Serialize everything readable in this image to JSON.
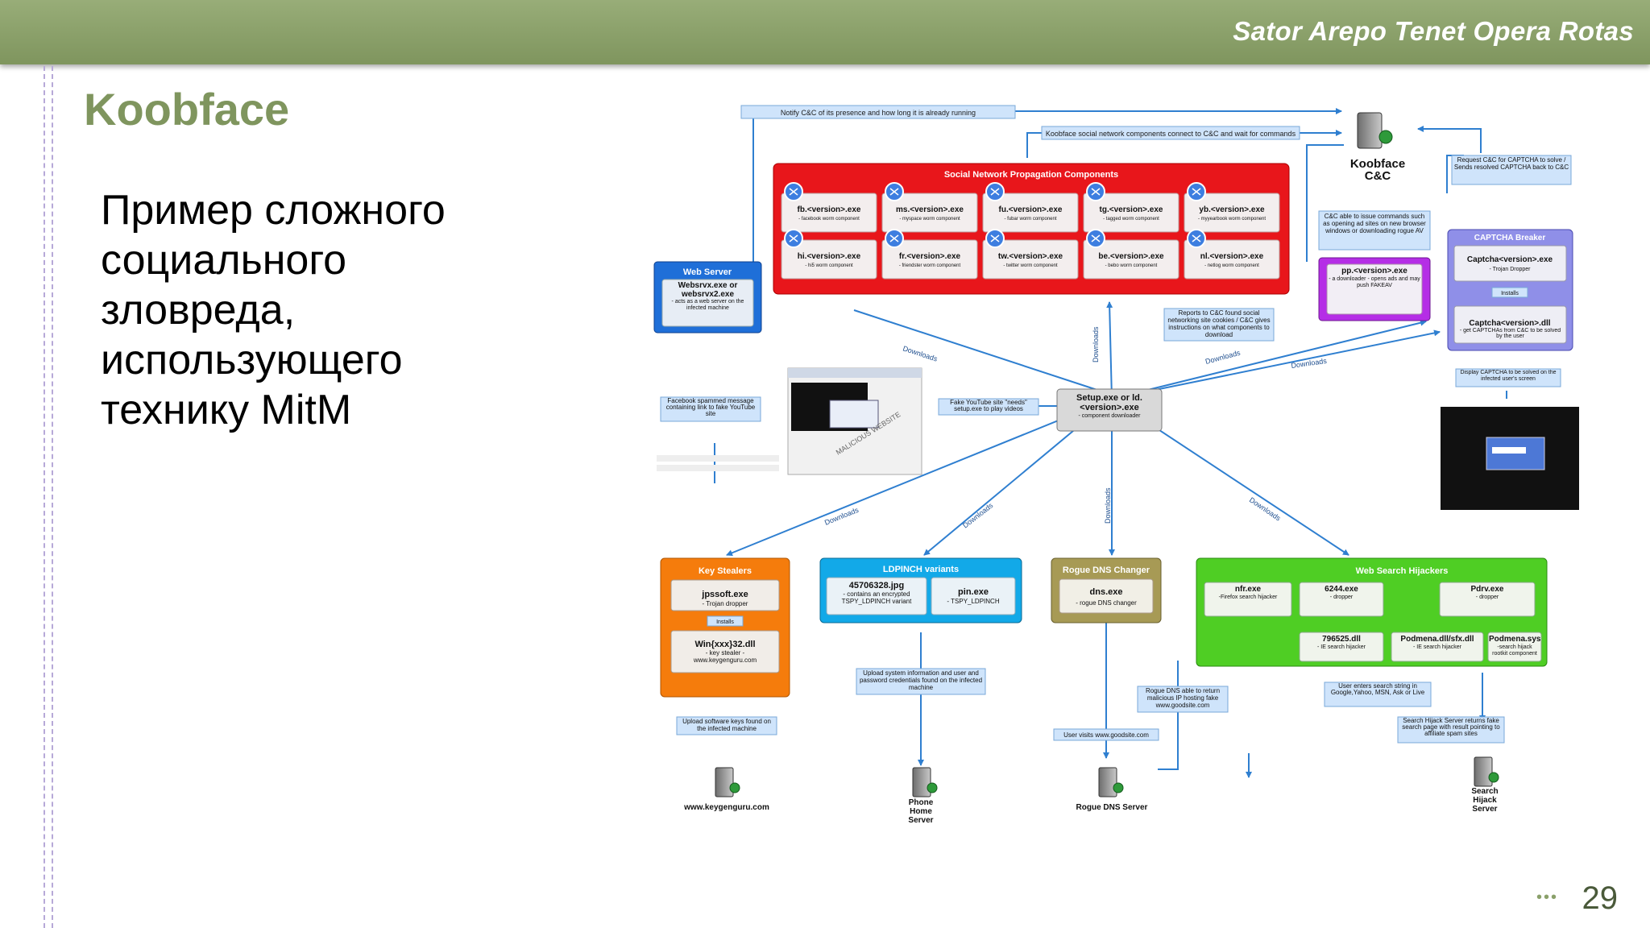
{
  "header": {
    "brand": "Sator Arepo Tenet Opera Rotas"
  },
  "slide": {
    "title": "Koobface",
    "subtitle": "Пример сложного\nсоциального\nзловреда,\nиспользующего\nтехнику MitM",
    "page_number": "29",
    "dots": "•••"
  },
  "diagram": {
    "top_notes": {
      "notify": "Notify C&C of its presence and how long it is already running",
      "connect": "Koobface social network components connect to C&C and wait for commands"
    },
    "cnc": {
      "line1": "Koobface",
      "line2": "C&C"
    },
    "captcha_request": "Request C&C for CAPTCHA to solve / Sends resolved CAPTCHA back to C&C",
    "social": {
      "title": "Social Network Propagation Components",
      "items": [
        {
          "name": "fb.<version>.exe",
          "desc": "- facebook worm component"
        },
        {
          "name": "ms.<version>.exe",
          "desc": "- myspace worm component"
        },
        {
          "name": "fu.<version>.exe",
          "desc": "- fubar worm component"
        },
        {
          "name": "tg.<version>.exe",
          "desc": "- tagged worm component"
        },
        {
          "name": "yb.<version>.exe",
          "desc": "- myyearbook worm component"
        },
        {
          "name": "hi.<version>.exe",
          "desc": "- hi5 worm component"
        },
        {
          "name": "fr.<version>.exe",
          "desc": "- friendster worm component"
        },
        {
          "name": "tw.<version>.exe",
          "desc": "- twitter worm component"
        },
        {
          "name": "be.<version>.exe",
          "desc": "- bebo worm component"
        },
        {
          "name": "nl.<version>.exe",
          "desc": "- netlog worm component"
        }
      ]
    },
    "webserver": {
      "title": "Web Server",
      "name": "Websrvx.exe or websrvx2.exe",
      "desc": "- acts as a web server on the infected machine"
    },
    "issue_cmds": "C&C able to issue commands such as opening ad sites on new browser windows or downloading rogue AV",
    "pp": {
      "name": "pp.<version>.exe",
      "desc": "- a downloader - opens ads and may push FAKEAV"
    },
    "captcha": {
      "title": "CAPTCHA Breaker",
      "exe": "Captcha<version>.exe",
      "exe_desc": "- Trojan Dropper",
      "installs": "Installs",
      "dll": "Captcha<version>.dll",
      "dll_desc": "- get CAPTCHAs from C&C to be solved by the user"
    },
    "display_captcha": "Display CAPTCHA to be solved on the infected user's screen",
    "reports": "Reports to C&C found social networking site cookies / C&C gives instructions on what components to download",
    "setup": {
      "name": "Setup.exe or ld.<version>.exe",
      "desc": "- component downloader"
    },
    "facebook_msg": "Facebook spammed message containing link to fake YouTube site",
    "fake_youtube": "Fake YouTube site \"needs\" setup.exe to play videos",
    "malicious": "MALICIOUS WEBSITE",
    "downloads": "Downloads",
    "keystealers": {
      "title": "Key Stealers",
      "exe": "jpssoft.exe",
      "exe_desc": "- Trojan dropper",
      "installs": "Installs",
      "dll": "Win{xxx}32.dll",
      "dll_desc": "- key stealer -www.keygenguru.com"
    },
    "ldpinch": {
      "title": "LDPINCH variants",
      "jpg": "45706328.jpg",
      "jpg_desc": "- contains an encrypted TSPY_LDPINCH variant",
      "pin": "pin.exe",
      "pin_desc": "- TSPY_LDPINCH"
    },
    "rogue_dns": {
      "title": "Rogue DNS Changer",
      "name": "dns.exe",
      "desc": "- rogue DNS changer"
    },
    "hijackers": {
      "title": "Web Search Hijackers",
      "items": [
        {
          "name": "nfr.exe",
          "desc": "-Firefox search hijacker"
        },
        {
          "name": "6244.exe",
          "desc": "- dropper"
        },
        {
          "name": "Pdrv.exe",
          "desc": "- dropper"
        },
        {
          "name": "796525.dll",
          "desc": "- IE search hijacker"
        },
        {
          "name": "Podmena.dll/sfx.dll",
          "desc": "- IE search hijacker"
        },
        {
          "name": "Podmena.sys/sfx.sys",
          "desc": "-search hijack rootkit component"
        }
      ]
    },
    "upload_keys": "Upload software keys found on the infected machine",
    "upload_sys": "Upload system information and user and password credentials found on the infected machine",
    "rogue_dns_note": "Rogue DNS able to return malicious IP hosting fake www.goodsite.com",
    "user_visits": "User visits www.goodsite.com",
    "user_enters": "User enters search string in Google,Yahoo, MSN, Ask or Live",
    "search_returns": "Search Hijack Server returns fake search page with result pointing to affiliate spam sites",
    "servers": {
      "keygen": "www.keygenguru.com",
      "phone_home": "Phone Home Server",
      "rogue_dns": "Rogue DNS Server",
      "search_hijack": "Search Hijack Server"
    }
  }
}
